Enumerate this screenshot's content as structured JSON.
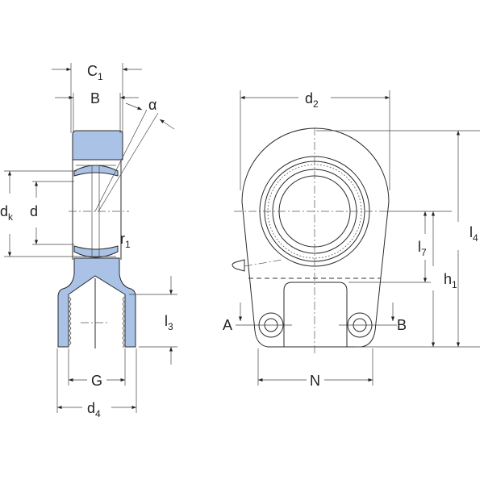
{
  "colors": {
    "section_fill": "#a9c2e6",
    "line": "#2a2a2a"
  },
  "side_view": {
    "C1": {
      "base": "C",
      "sub": "1"
    },
    "B": "B",
    "alpha": "α",
    "dk": {
      "base": "d",
      "sub": "k"
    },
    "d": "d",
    "r1": {
      "base": "r",
      "sub": "1"
    },
    "l3": {
      "base": "l",
      "sub": "3"
    },
    "G": "G",
    "d4": {
      "base": "d",
      "sub": "4"
    }
  },
  "front_view": {
    "d2": {
      "base": "d",
      "sub": "2"
    },
    "l4": {
      "base": "l",
      "sub": "4"
    },
    "l7": {
      "base": "l",
      "sub": "7"
    },
    "h1": {
      "base": "h",
      "sub": "1"
    },
    "A": "A",
    "B": "B",
    "N": "N"
  }
}
